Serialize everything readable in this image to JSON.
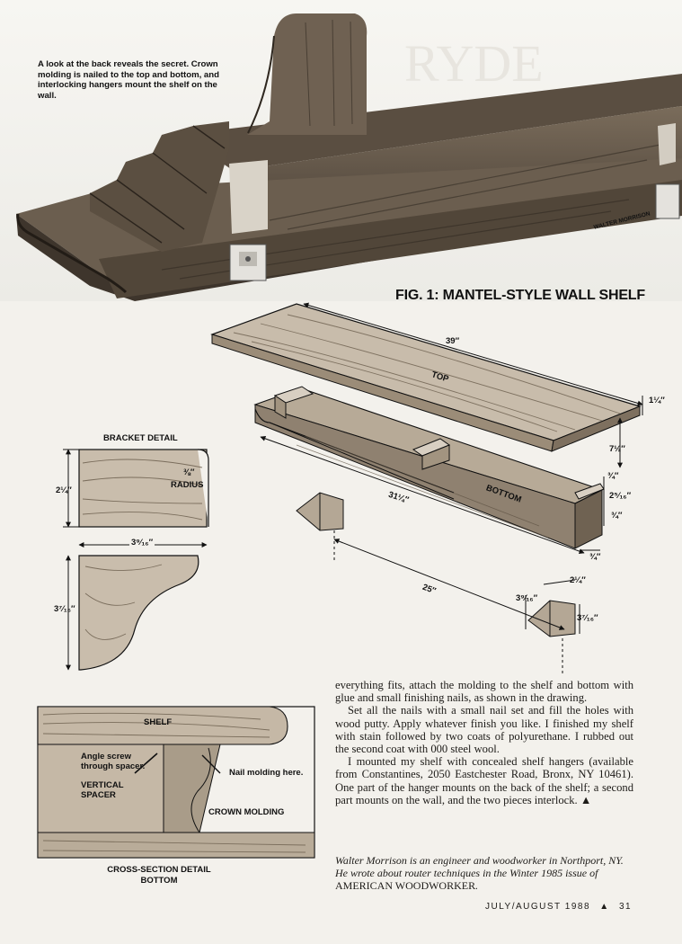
{
  "photo": {
    "caption": "A look at the back reveals the secret. Crown molding is nailed to the top and bottom, and interlocking hangers mount the shelf on the wall.",
    "credit": "WALTER MORRISON"
  },
  "figure": {
    "title": "FIG. 1: MANTEL-STYLE WALL SHELF",
    "labels": {
      "top": "TOP",
      "bottom": "BOTTOM",
      "bracket_detail": "BRACKET DETAIL",
      "radius": "RADIUS",
      "shelf": "SHELF",
      "angle_screw": "Angle screw through spacer.",
      "vertical_spacer": "VERTICAL SPACER",
      "nail_molding": "Nail molding here.",
      "crown_molding": "CROWN MOLDING",
      "cross_section": "CROSS-SECTION DETAIL BOTTOM"
    },
    "dims": {
      "length_top": "39″",
      "thick_top": "1¼″",
      "depth_top": "7½″",
      "length_bottom": "31¼″",
      "spacing": "25″",
      "d_3_4a": "¾″",
      "d_2_5_16": "2⁵⁄₁₆″",
      "d_3_4b": "¾″",
      "d_3_4c": "¾″",
      "d_2_1_4a": "2¼″",
      "d_3_9_16a": "3⁹⁄₁₆″",
      "d_3_7_16a": "3⁷⁄₁₆″",
      "d_2_1_4b": "2¼″",
      "d_3_8": "⅜″",
      "d_3_9_16b": "3⁹⁄₁₆″",
      "d_3_7_16b": "3⁷⁄₁₆″"
    }
  },
  "body": {
    "p1": "everything fits, attach the molding to the shelf and bottom with glue and small finishing nails, as shown in the drawing.",
    "p2": "Set all the nails with a small nail set and fill the holes with wood putty. Apply whatever finish you like. I finished my shelf with stain followed by two coats of polyurethane. I rubbed out the second coat with 000 steel wool.",
    "p3": "I mounted my shelf with concealed shelf hangers (available from Constantines, 2050 Eastchester Road, Bronx, NY 10461). One part of the hanger mounts on the back of the shelf; a second part mounts on the wall, and the two pieces interlock.",
    "end_mark": "▲"
  },
  "bio": {
    "text_1": "Walter Morrison is an engineer and woodworker in Northport, NY. He wrote about router techniques in the Winter 1985 issue of ",
    "magazine": "AMERICAN WOODWORKER",
    "text_2": "."
  },
  "folio": {
    "date": "JULY/AUGUST 1988",
    "mark": "▲",
    "page": "31"
  }
}
